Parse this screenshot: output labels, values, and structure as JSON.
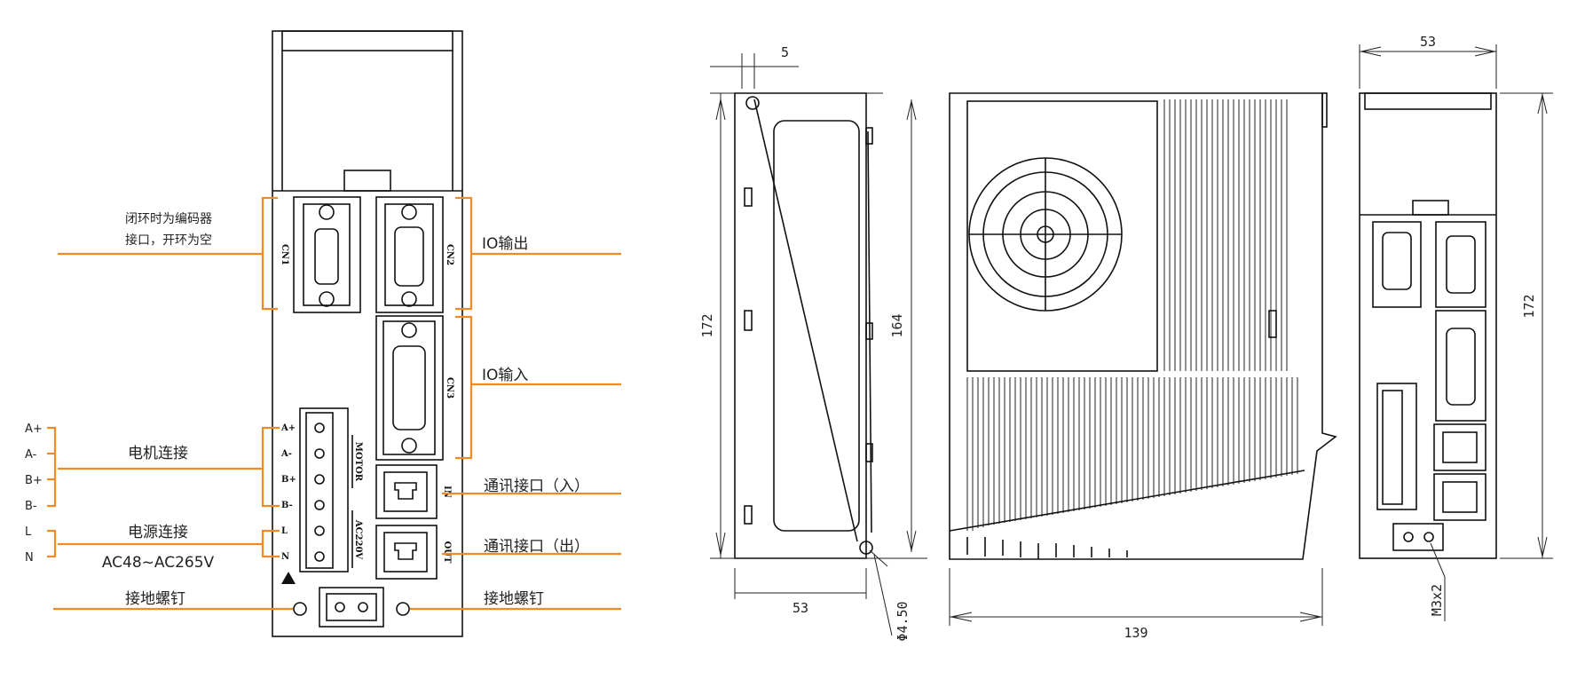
{
  "labels": {
    "encoder": [
      "闭环时为编码器",
      "接口，开环为空"
    ],
    "io_out": "IO输出",
    "io_in": "IO输入",
    "motor": "电机连接",
    "power": "电源连接",
    "power_range": "AC48~AC265V",
    "ground_left": "接地螺钉",
    "ground_right": "接地螺钉",
    "comm_in": "通讯接口（入）",
    "comm_out": "通讯接口（出）"
  },
  "motor_pins_left": [
    "A+",
    "A-",
    "B+",
    "B-"
  ],
  "power_pins_left": [
    "L",
    "N"
  ],
  "terminal_pins": [
    "A+",
    "A-",
    "B+",
    "B-",
    "L",
    "N"
  ],
  "ports": {
    "cn1": "CN1",
    "cn2": "CN2",
    "cn3": "CN3",
    "in": "IN",
    "out": "OUT",
    "motor": "MOTOR",
    "ac": "AC220V"
  },
  "dimensions": {
    "side_top": "5",
    "side_height": "172",
    "side_inner_height": "164",
    "side_width": "53",
    "hole": "Φ4.50",
    "front_length": "139",
    "right_width": "53",
    "right_height": "172",
    "screw": "M3x2"
  },
  "colors": {
    "callout": "#f08a24",
    "drawing": "#111111"
  }
}
